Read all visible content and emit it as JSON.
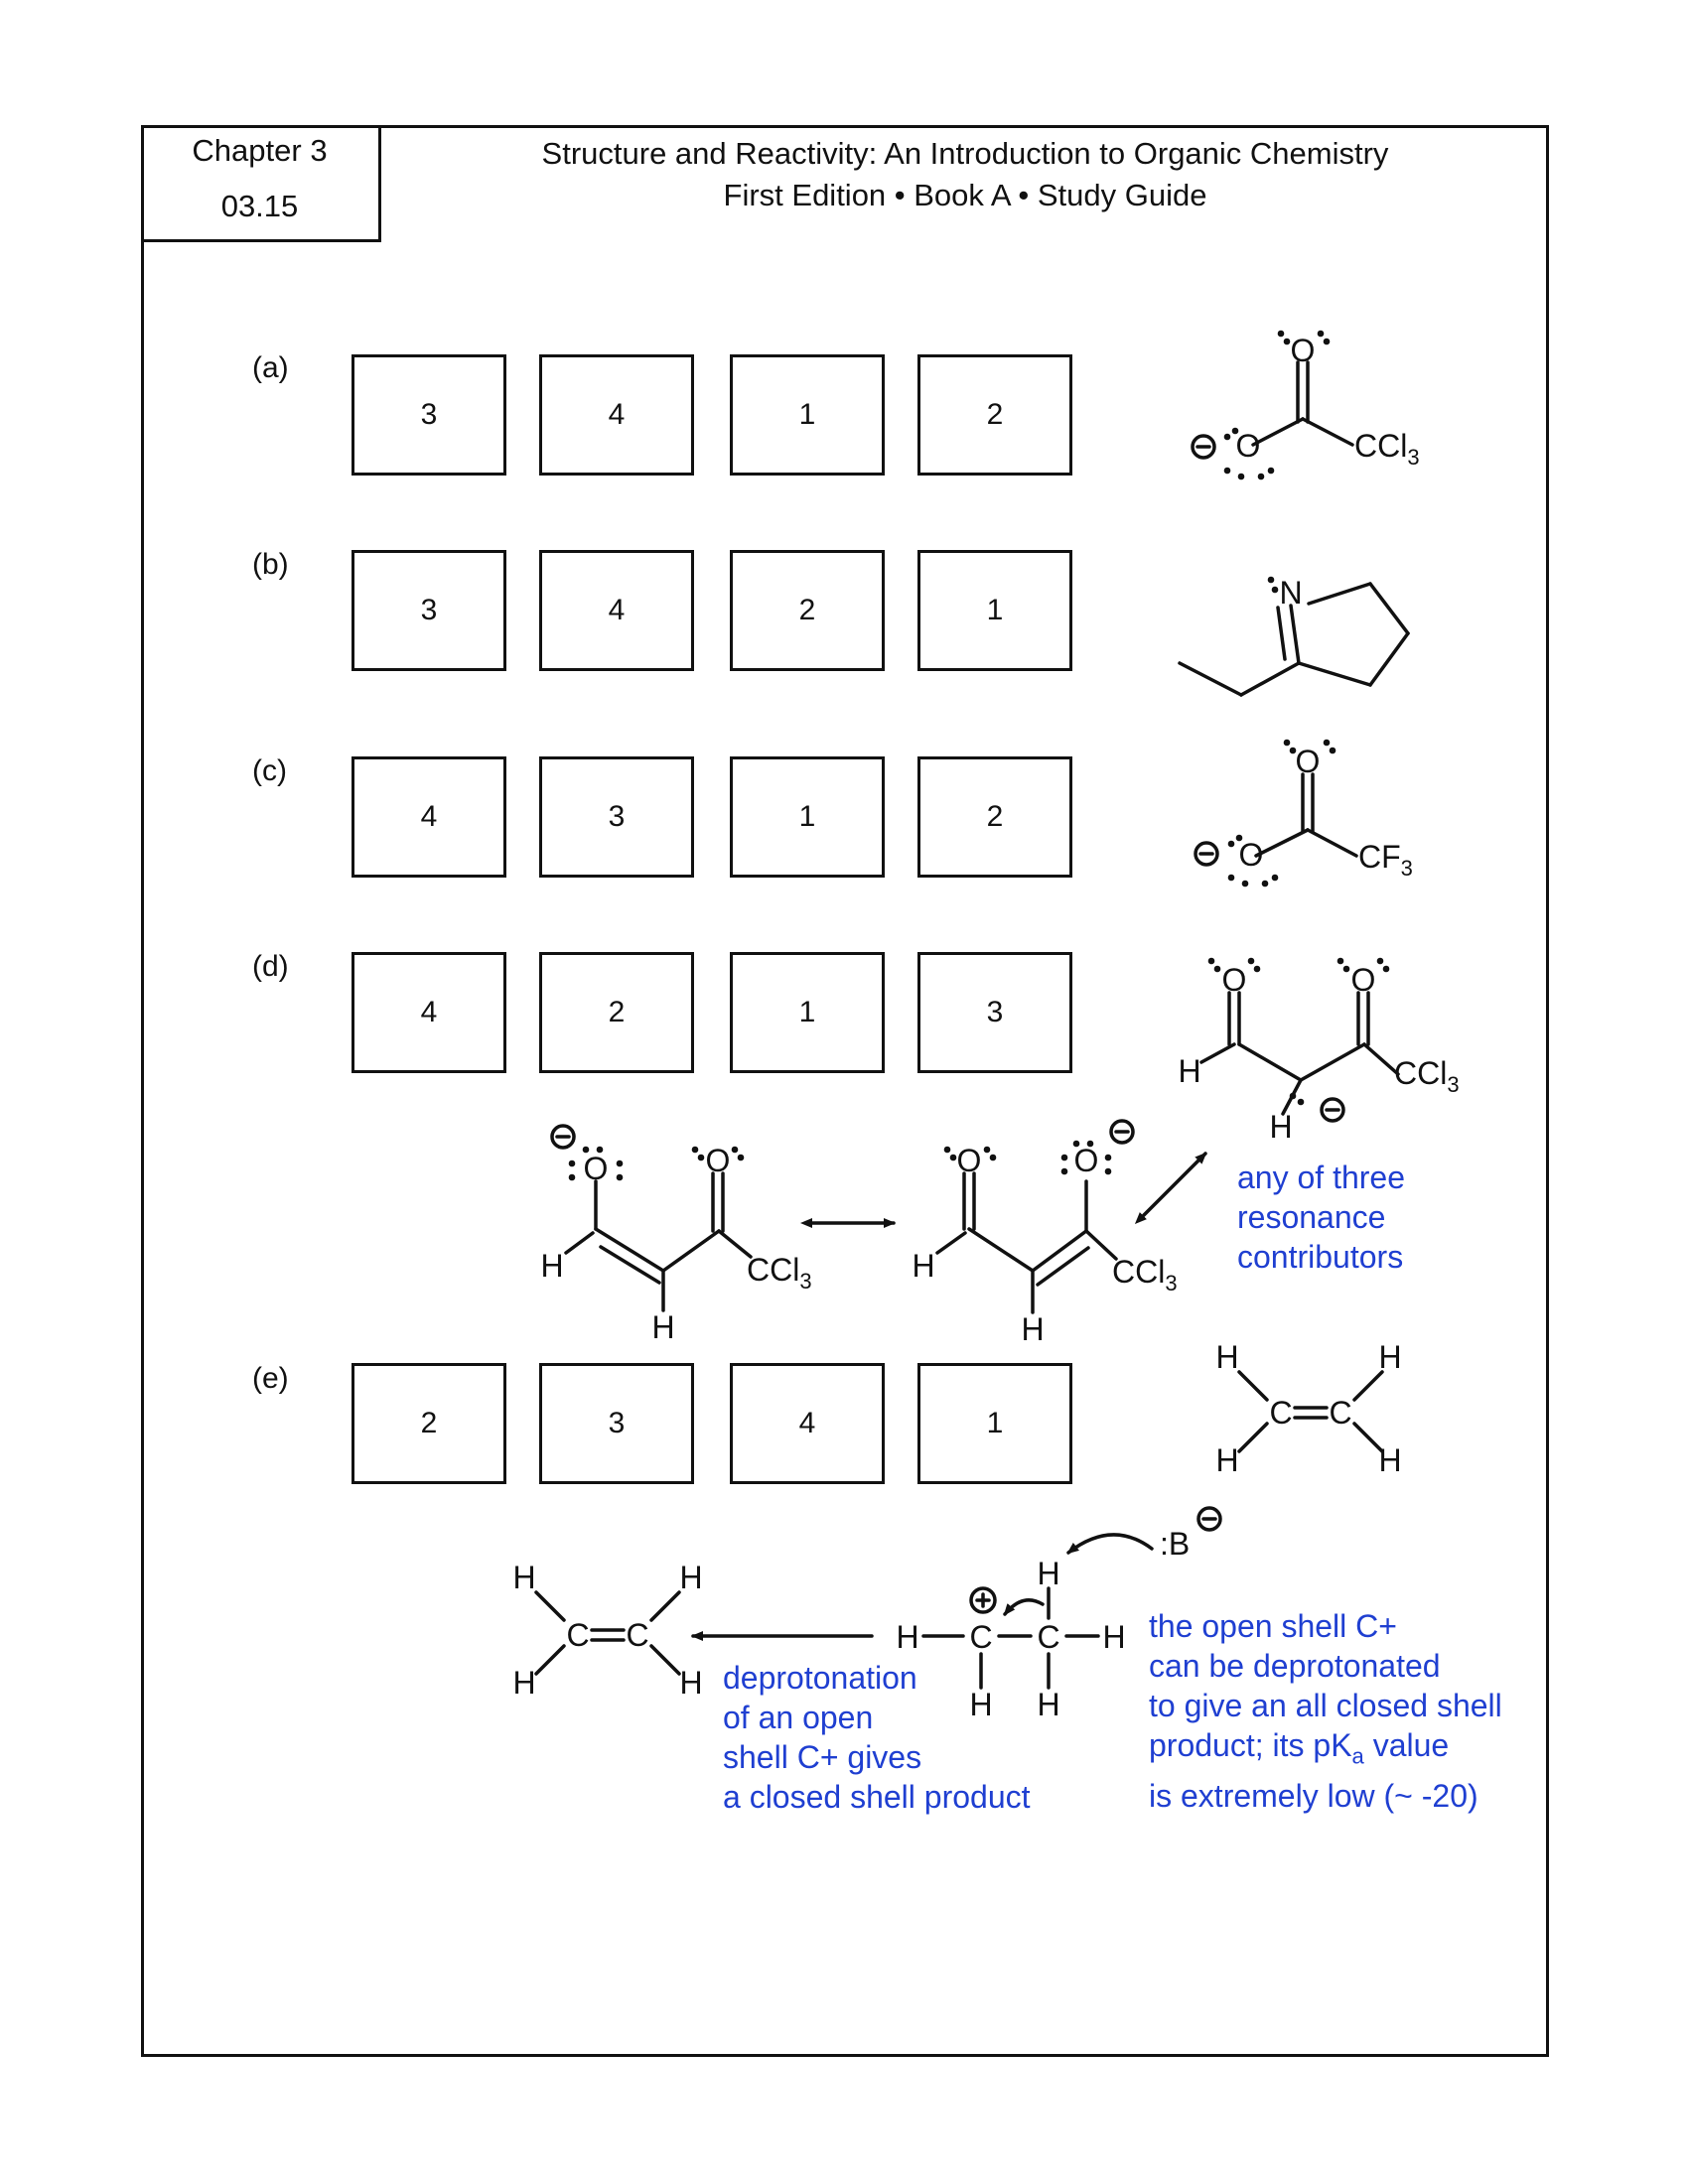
{
  "header": {
    "chapter": "Chapter 3",
    "problem_number": "03.15",
    "title": "Structure and Reactivity: An Introduction to Organic Chemistry",
    "subtitle": "First Edition • Book A • Study Guide"
  },
  "rows": [
    {
      "label": "(a)",
      "ranks": [
        "3",
        "4",
        "1",
        "2"
      ]
    },
    {
      "label": "(b)",
      "ranks": [
        "3",
        "4",
        "2",
        "1"
      ]
    },
    {
      "label": "(c)",
      "ranks": [
        "4",
        "3",
        "1",
        "2"
      ]
    },
    {
      "label": "(d)",
      "ranks": [
        "4",
        "2",
        "1",
        "3"
      ]
    },
    {
      "label": "(e)",
      "ranks": [
        "2",
        "3",
        "4",
        "1"
      ]
    }
  ],
  "atoms": {
    "O": "O",
    "N": "N",
    "C": "C",
    "H": "H",
    "B": ":B",
    "CCl3": "CCl",
    "CF3": "CF",
    "sub3": "3",
    "sub_a": "a"
  },
  "notes": {
    "resonance": [
      "any of three",
      "resonance",
      "contributors"
    ],
    "deprotonation": [
      "deprotonation",
      "of an open",
      "shell C+ gives",
      "a closed shell product"
    ],
    "open_shell": [
      "the open shell C+",
      "can be deprotonated",
      "to give an all closed shell"
    ],
    "pka_prefix": "product; its pK",
    "pka_suffix": " value",
    "pka_last": "is extremely low (~ -20)"
  },
  "colors": {
    "note_blue": "#1f3fd1",
    "ink": "#111111"
  }
}
